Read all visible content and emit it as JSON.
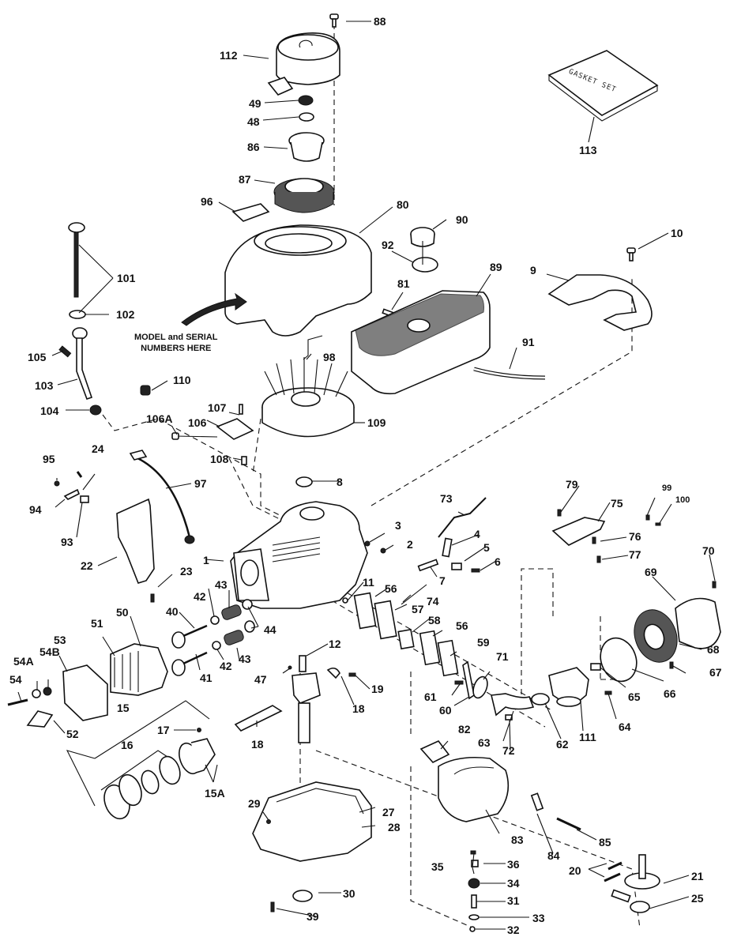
{
  "diagram": {
    "title": "Engine exploded parts diagram",
    "notes": {
      "model_serial_line1": "MODEL and SERIAL",
      "model_serial_line2": "NUMBERS HERE",
      "gasket_set_text": "GASKET SET"
    },
    "labels": {
      "p88": "88",
      "p112": "112",
      "p49": "49",
      "p48": "48",
      "p86": "86",
      "p87": "87",
      "p96": "96",
      "p80": "80",
      "p90": "90",
      "p92": "92",
      "p81": "81",
      "p89": "89",
      "p9": "9",
      "p10": "10",
      "p91": "91",
      "p113": "113",
      "p101": "101",
      "p102": "102",
      "p105": "105",
      "p103": "103",
      "p104": "104",
      "p110": "110",
      "p98": "98",
      "p109": "109",
      "p107": "107",
      "p106A": "106A",
      "p106": "106",
      "p108": "108",
      "p95": "95",
      "p24": "24",
      "p97": "97",
      "p8": "8",
      "p94": "94",
      "p93": "93",
      "p22": "22",
      "p23": "23",
      "p1": "1",
      "p3": "3",
      "p2": "2",
      "p73": "73",
      "p4": "4",
      "p5": "5",
      "p6": "6",
      "p7": "7",
      "p79": "79",
      "p75": "75",
      "p99": "99",
      "p100": "100",
      "p76": "76",
      "p77": "77",
      "p70": "70",
      "p69": "69",
      "p68": "68",
      "p67": "67",
      "p66": "66",
      "p65": "65",
      "p64": "64",
      "p111": "111",
      "p62": "62",
      "p63": "63",
      "p72": "72",
      "p71": "71",
      "p60": "60",
      "p61": "61",
      "p59": "59",
      "p58": "58",
      "p57": "57",
      "p56a": "56",
      "p56b": "56",
      "p74": "74",
      "p11": "11",
      "p12": "12",
      "p19": "19",
      "p18a": "18",
      "p18b": "18",
      "p47": "47",
      "p40": "40",
      "p42a": "42",
      "p42b": "42",
      "p43a": "43",
      "p43b": "43",
      "p44": "44",
      "p41": "41",
      "p50": "50",
      "p51": "51",
      "p53": "53",
      "p54A": "54A",
      "p54B": "54B",
      "p54": "54",
      "p52": "52",
      "p15": "15",
      "p16": "16",
      "p17": "17",
      "p15A": "15A",
      "p29": "29",
      "p27": "27",
      "p28": "28",
      "p30": "30",
      "p39": "39",
      "p82": "82",
      "p83": "83",
      "p84": "84",
      "p85": "85",
      "p35": "35",
      "p36": "36",
      "p34": "34",
      "p31": "31",
      "p33": "33",
      "p32": "32",
      "p20": "20",
      "p21": "21",
      "p25": "25"
    }
  }
}
